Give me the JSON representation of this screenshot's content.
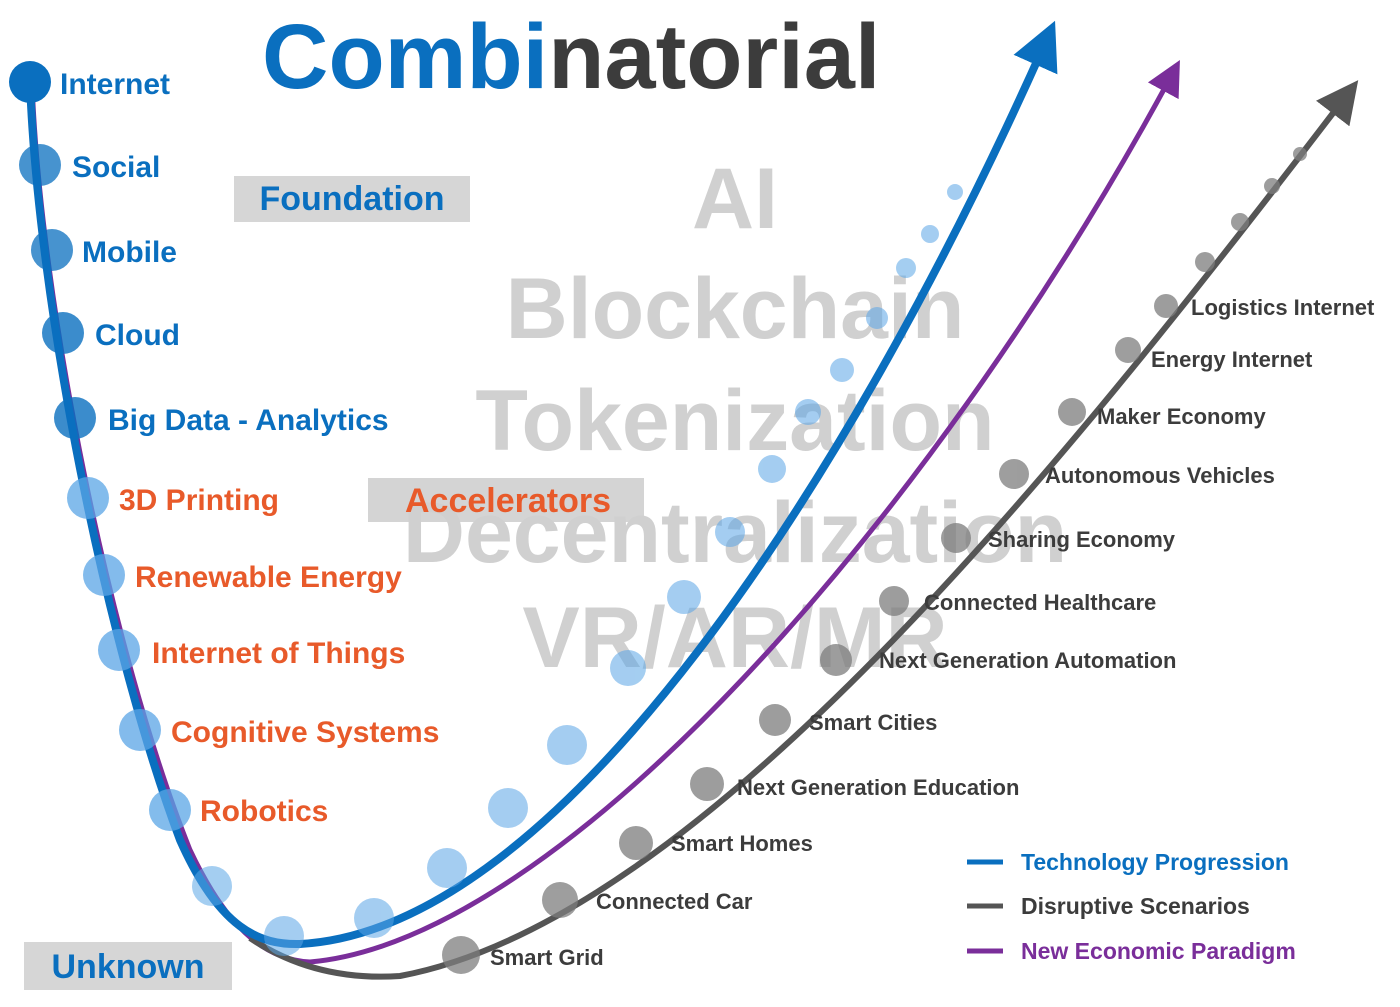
{
  "title": {
    "part1": "Combi",
    "part2": "natorial"
  },
  "phases": {
    "foundation": "Foundation",
    "accelerators": "Accelerators",
    "unknown": "Unknown"
  },
  "foundation_items": [
    "Internet",
    "Social",
    "Mobile",
    "Cloud",
    "Big Data - Analytics"
  ],
  "accelerator_items": [
    "3D Printing",
    "Renewable Energy",
    "Internet of Things",
    "Cognitive Systems",
    "Robotics"
  ],
  "watermark_terms": [
    "AI",
    "Blockchain",
    "Tokenization",
    "Decentralization",
    "VR/AR/MR"
  ],
  "scenarios": [
    "Smart Grid",
    "Connected Car",
    "Smart Homes",
    "Next Generation Education",
    "Smart Cities",
    "Next Generation Automation",
    "Connected Healthcare",
    "Sharing Economy",
    "Autonomous Vehicles",
    "Maker Economy",
    "Energy Internet",
    "Logistics Internet"
  ],
  "legend": [
    {
      "label": "Technology Progression",
      "color": "#0a6fbf"
    },
    {
      "label": "Disruptive Scenarios",
      "color": "#555555"
    },
    {
      "label": "New Economic Paradigm",
      "color": "#7a2e9a"
    }
  ],
  "colors": {
    "blue": "#0a6fbf",
    "orange": "#e85a2a",
    "gray_text": "#3c3c3c",
    "title_gray": "#3c3c3c",
    "label_box": "#d6d6d6",
    "watermark": "#c8c8c8"
  }
}
